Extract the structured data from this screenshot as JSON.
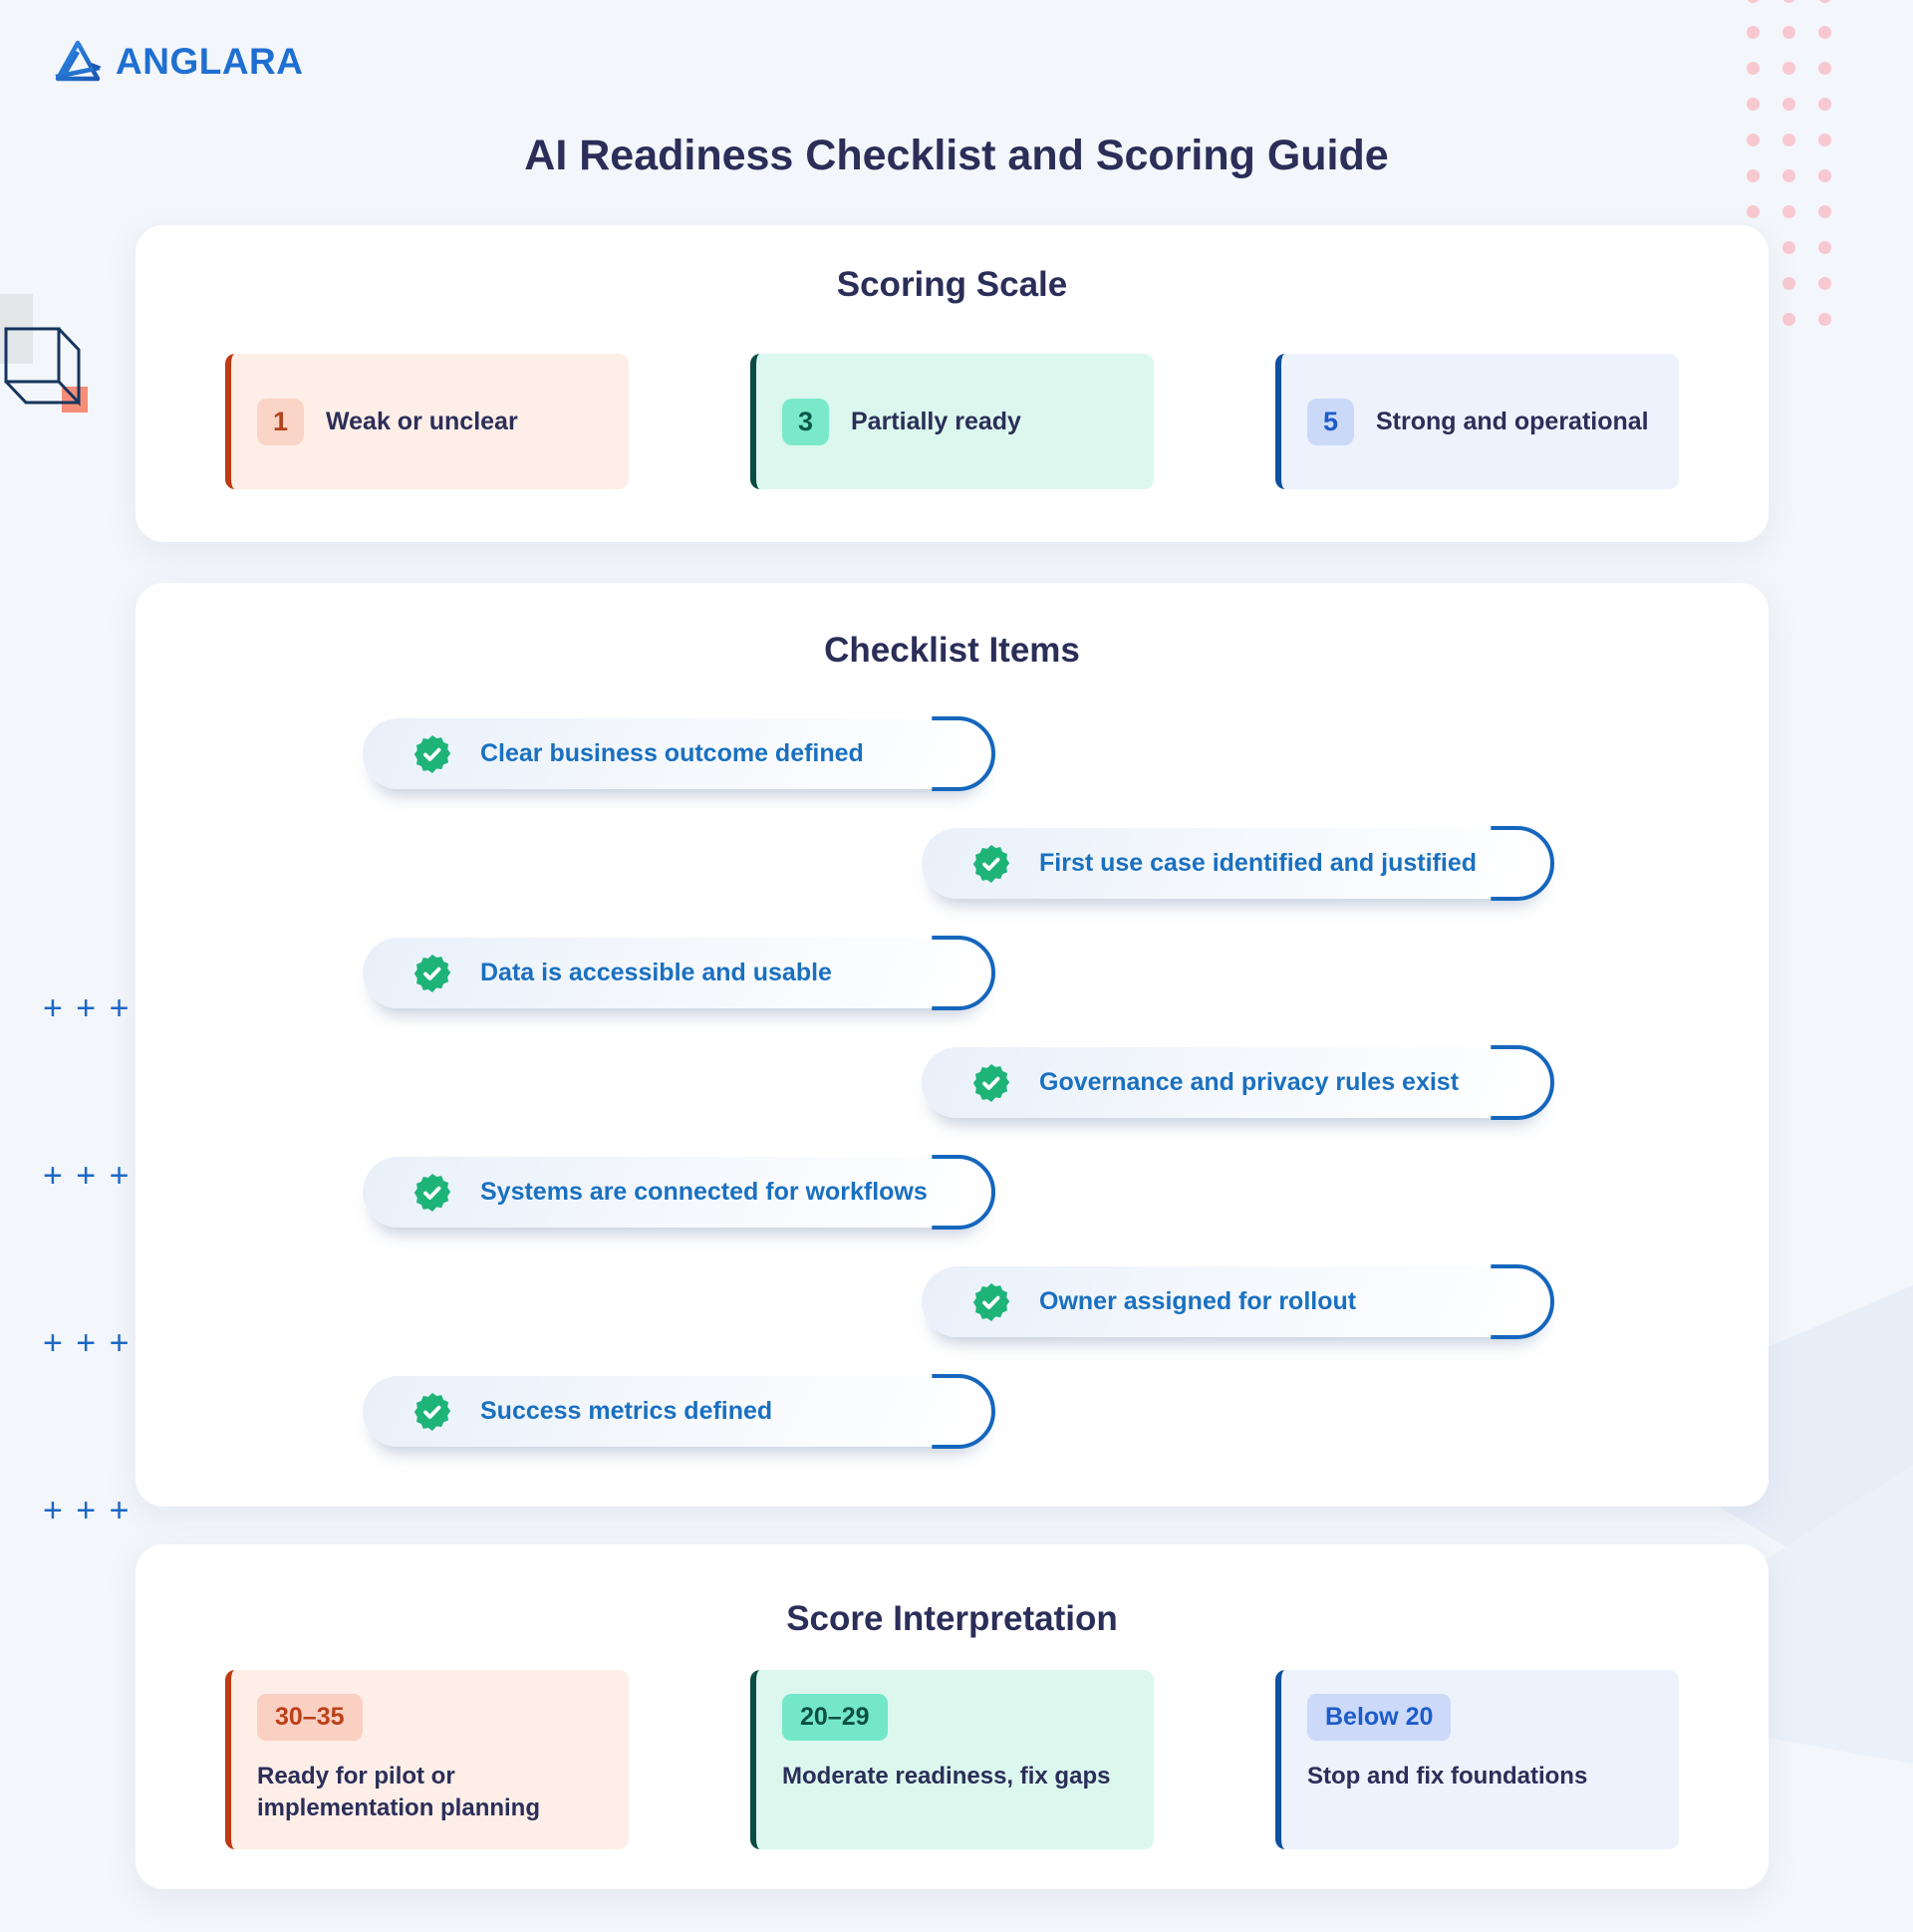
{
  "logo": {
    "text": "ANGLARA",
    "icon": "anglara-triangle-arrow-icon",
    "color": "#1f6fd2"
  },
  "page_title": "AI Readiness Checklist and Scoring Guide",
  "scoring_scale": {
    "title": "Scoring Scale",
    "items": [
      {
        "score": "1",
        "label": "Weak or unclear",
        "theme": "red"
      },
      {
        "score": "3",
        "label": "Partially ready",
        "theme": "teal"
      },
      {
        "score": "5",
        "label": "Strong and operational",
        "theme": "blue"
      }
    ]
  },
  "checklist": {
    "title": "Checklist Items",
    "icon": "check-seal-icon",
    "items": [
      {
        "label": "Clear business outcome defined",
        "align": "left"
      },
      {
        "label": "First use case identified and justified",
        "align": "right"
      },
      {
        "label": "Data is accessible and usable",
        "align": "left"
      },
      {
        "label": "Governance and privacy rules exist",
        "align": "right"
      },
      {
        "label": "Systems are connected for workflows",
        "align": "left"
      },
      {
        "label": "Owner assigned for rollout",
        "align": "right"
      },
      {
        "label": "Success metrics defined",
        "align": "left"
      }
    ]
  },
  "score_interpretation": {
    "title": "Score Interpretation",
    "items": [
      {
        "range": "30–35",
        "description": "Ready for pilot or implementation planning",
        "theme": "red"
      },
      {
        "range": "20–29",
        "description": "Moderate readiness, fix gaps",
        "theme": "teal"
      },
      {
        "range": "Below 20",
        "description": "Stop and fix foundations",
        "theme": "blue"
      }
    ]
  },
  "decor": {
    "plus_row": "+ + +",
    "dot_color": "#f8c8d0",
    "plus_color": "#1b67c6"
  },
  "colors": {
    "page_background": "#f3f6fa",
    "card_background": "#ffffff",
    "heading": "#2b2e58",
    "pill_text": "#1a70c0",
    "pill_border": "#1566bd",
    "seal_green": "#1eb478",
    "red_accent": "#bf3a11",
    "teal_accent": "#0a4b45",
    "blue_accent": "#0d4fa0"
  }
}
